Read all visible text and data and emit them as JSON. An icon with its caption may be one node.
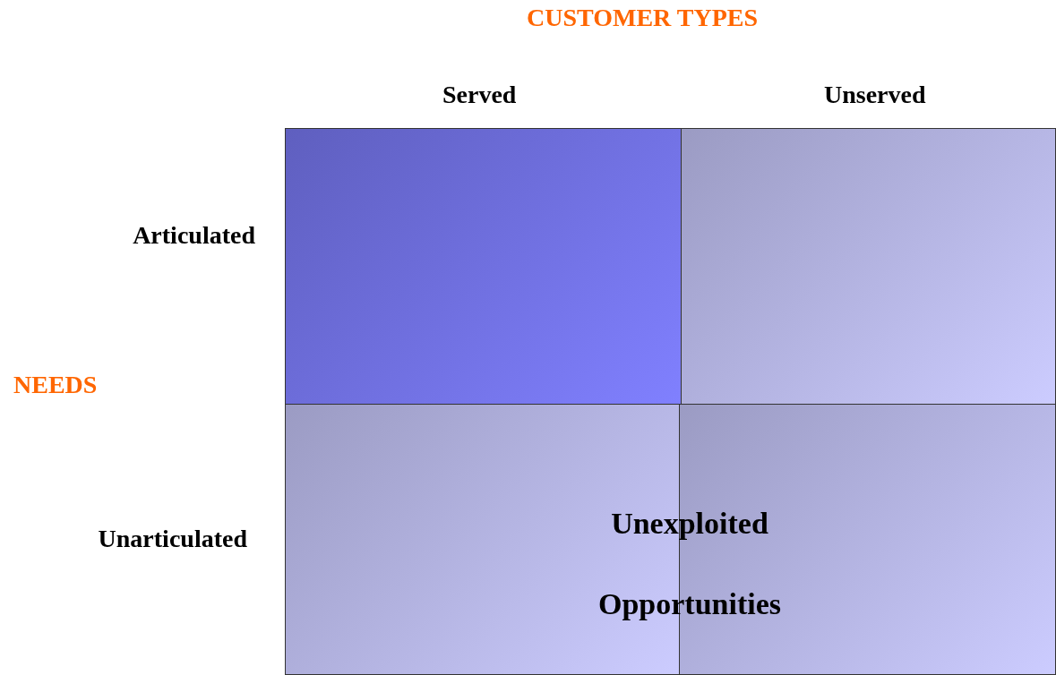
{
  "diagram": {
    "title": "CUSTOMER TYPES",
    "nodes": [
      {
        "text": [],
        "shape": "box"
      },
      {
        "text": [],
        "shape": "box"
      },
      {
        "text": [],
        "shape": "box"
      },
      {
        "text": [],
        "shape": "box"
      }
    ],
    "labels": [
      "Served",
      "Unserved",
      "Articulated",
      "NEEDS",
      "Unarticulated",
      "Unexploited Opportunities"
    ]
  }
}
